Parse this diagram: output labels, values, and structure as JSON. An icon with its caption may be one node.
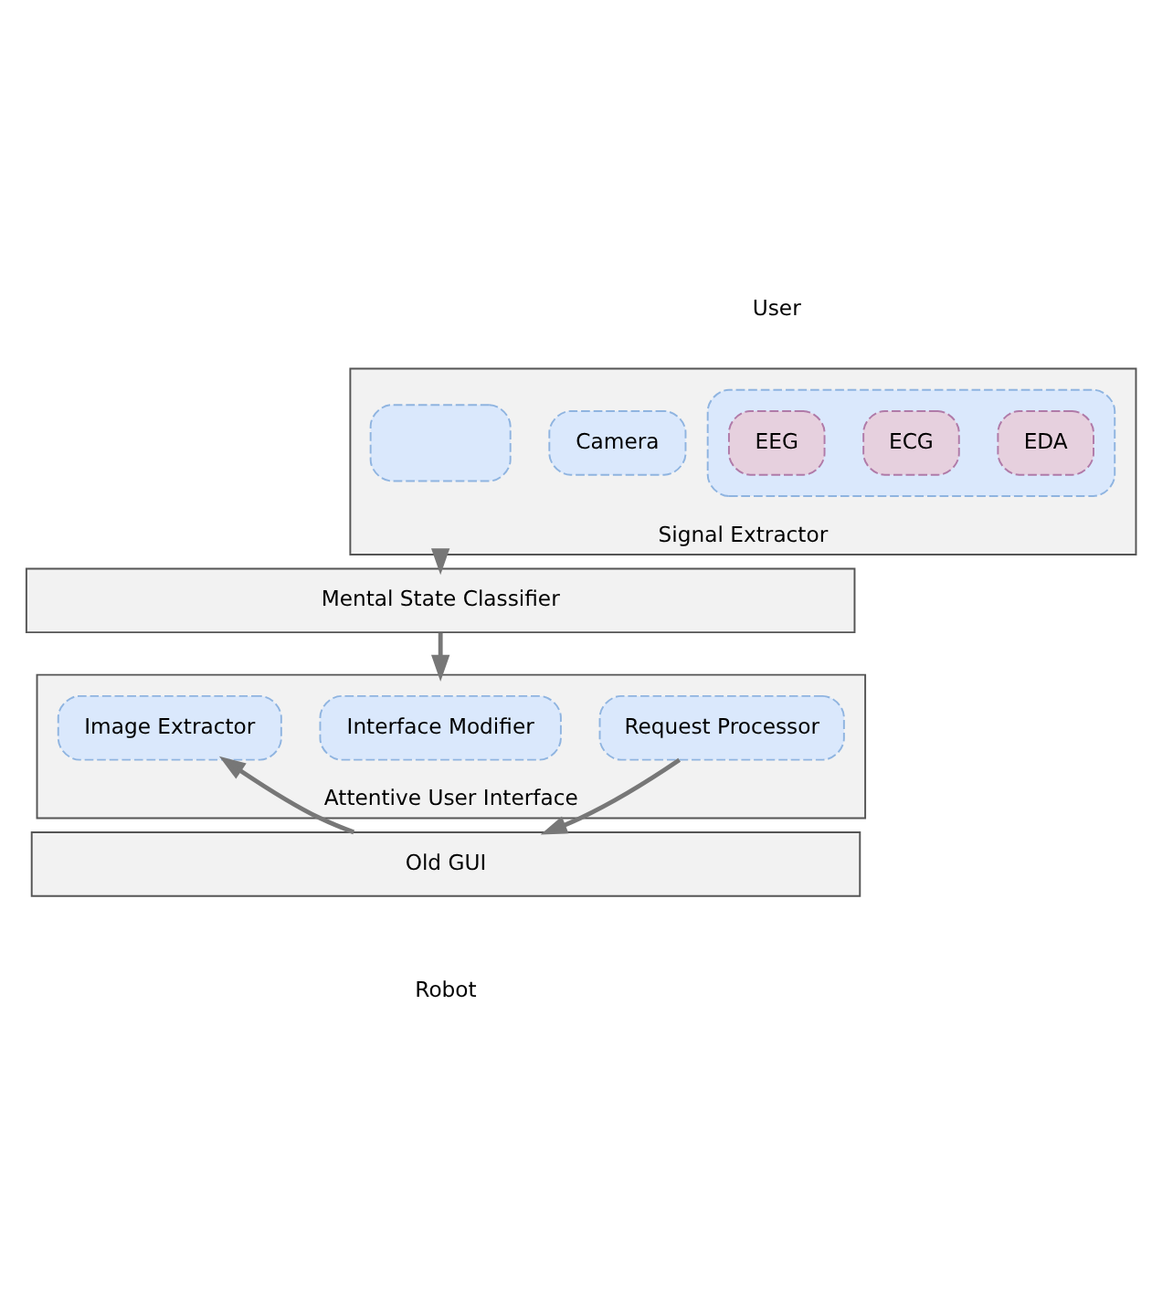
{
  "diagram": {
    "nodes": [
      {
        "text": [
          "Signal Extractor"
        ]
      },
      {
        "text": [],
        "shape": "box",
        "in": 0
      },
      {
        "text": [
          "EEG"
        ],
        "in": 1
      },
      {
        "text": [
          "ECG"
        ],
        "in": 1
      },
      {
        "text": [
          "EDA"
        ],
        "in": 1
      },
      {
        "text": [],
        "shape": "box",
        "in": 0
      },
      {
        "text": [
          "Camera"
        ],
        "in": 0
      },
      {
        "text": [
          "Mental State Classifier"
        ]
      },
      {
        "text": [
          "Attentive User Interface"
        ]
      },
      {
        "text": [
          "Image Extractor"
        ],
        "in": 8
      },
      {
        "text": [
          "Interface Modifier"
        ],
        "in": 8
      },
      {
        "text": [
          "Request Processor"
        ],
        "in": 8
      },
      {
        "text": [
          "Old GUI"
        ]
      }
    ],
    "edges": [
      {
        "from": 0,
        "to": 7,
        "arrow": "to"
      },
      {
        "from": 7,
        "to": 8,
        "arrow": "to"
      },
      {
        "from": 12,
        "to": 9,
        "arrow": "to"
      },
      {
        "from": 11,
        "to": 12,
        "arrow": "to"
      }
    ],
    "labels": [
      "User",
      "Robot"
    ]
  }
}
